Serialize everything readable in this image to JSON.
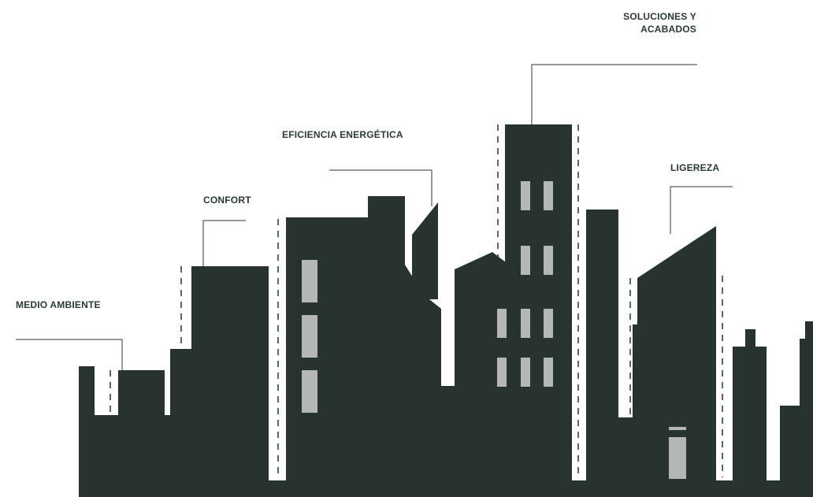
{
  "colors": {
    "building": "#26332e",
    "window": "#b5b6b8",
    "leader_line": "#2b3a35",
    "background": "#ffffff"
  },
  "labels": {
    "medio_ambiente": "MEDIO AMBIENTE",
    "confort": "CONFORT",
    "eficiencia": "EFICIENCIA ENERGÉTICA",
    "soluciones_line1": "SOLUCIONES Y",
    "soluciones_line2": "ACABADOS",
    "ligereza": "LIGEREZA"
  }
}
